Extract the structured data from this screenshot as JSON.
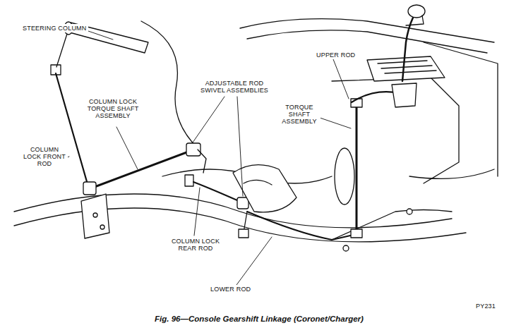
{
  "diagram": {
    "caption": "Fig. 96—Console Gearshift Linkage (Coronet/Charger)",
    "labels": [
      "STEERING COLUMN",
      "UPPER ROD",
      "ADJUSTABLE ROD SWIVEL ASSEMBLIES",
      "COLUMN LOCK TORQUE SHAFT ASSEMBLY",
      "TORQUE SHAFT ASSEMBLY",
      "COLUMN LOCK FRONT ROD",
      "COLUMN LOCK REAR ROD",
      "LOWER ROD",
      "PY231"
    ]
  }
}
